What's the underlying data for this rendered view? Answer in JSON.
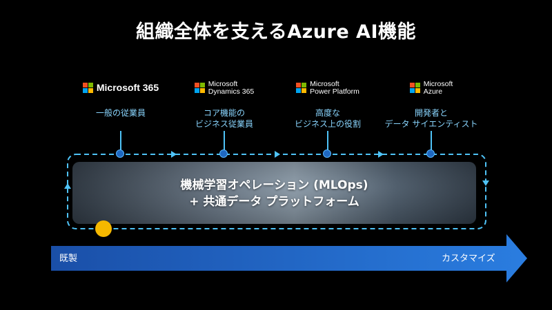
{
  "title": "組織全体を支えるAzure AI機能",
  "products": [
    {
      "name": "Microsoft 365",
      "role": "一般の従業員"
    },
    {
      "name": "Microsoft\nDynamics 365",
      "role": "コア機能の\nビジネス従業員"
    },
    {
      "name": "Microsoft\nPower Platform",
      "role": "高度な\nビジネス上の役割"
    },
    {
      "name": "Microsoft\nAzure",
      "role": "開発者と\nデータ サイエンティスト"
    }
  ],
  "panel": {
    "line1": "機械学習オペレーション (MLOps)",
    "line2": "+ 共通データ プラットフォーム"
  },
  "arrow": {
    "start_label": "既製",
    "end_label": "カスタマイズ"
  },
  "colors": {
    "background": "#000000",
    "accent_cyan": "#4fc3f7",
    "node_blue": "#1f68c1",
    "gold": "#f5b800",
    "arrow_blue": "#1c5fc4"
  }
}
